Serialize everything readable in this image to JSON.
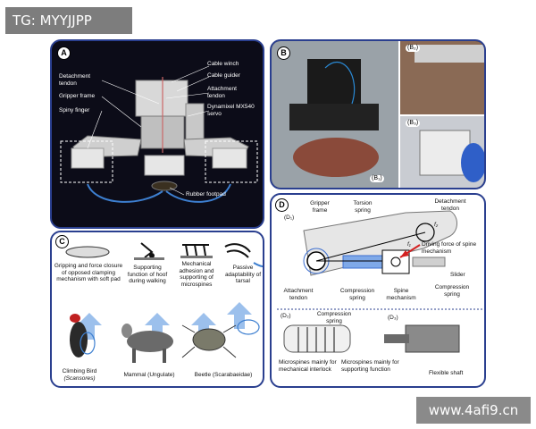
{
  "watermarks": {
    "top_left": "TG: MYYJJPP",
    "bottom_right": "www.4afi9.cn"
  },
  "panel_a": {
    "letter": "A",
    "labels": {
      "cable_winch": "Cable winch",
      "cable_guider": "Cable guider",
      "attachment_tendon": "Attachment tendon",
      "dynamixel": "Dynamixel MX540 servo",
      "detachment_tendon": "Detachment tendon",
      "gripper_frame": "Gripper frame",
      "spiny_finger": "Spiny finger",
      "rubber_footpad": "Rubber footpad"
    }
  },
  "panel_b": {
    "letter": "B",
    "labels": {
      "b1": "(B₁)",
      "b2": "(B₂)",
      "b3": "(B₃)"
    }
  },
  "panel_c": {
    "letter": "C",
    "mechanisms": [
      "Gripping and force closure of opposed clamping mechanism with soft pad",
      "Supporting function of hoof during walking",
      "Mechanical adhesion and supporting of microspines",
      "Passive adaptability of tarsal"
    ],
    "animals": {
      "bird": "Climbing Bird",
      "bird_latin": "(Scansores)",
      "mammal": "Mammal (Ungulate)",
      "beetle": "Beetle (Scarabaeidae)"
    }
  },
  "panel_d": {
    "letter": "D",
    "labels": {
      "d1": "(D₁)",
      "gripper_frame": "Gripper frame",
      "torsion_spring": "Torsion spring",
      "detachment_tendon": "Detachment tendon",
      "f2": "f₂",
      "f1": "f₁",
      "driving_force": "Driving force of spine mechanism",
      "slider": "Slider",
      "attachment_tendon": "Attachment tendon",
      "compression_spring_a": "Compression spring",
      "spine_mechanism": "Spine mechanism",
      "compression_spring_b": "Compression spring",
      "d2": "(D₂)",
      "compression_spring_c": "Compression spring",
      "microspines_interlock": "Microspines mainly for mechanical interlock",
      "microspines_support": "Microspines mainly for supporting function",
      "d3": "(D₃)",
      "flexible_shaft": "Flexible shaft"
    }
  },
  "colors": {
    "frame_blue": "#2a3f8f",
    "arrow_blue": "#3d7fd0",
    "force_red": "#d32020",
    "panel_dark": "#0c0c18"
  }
}
